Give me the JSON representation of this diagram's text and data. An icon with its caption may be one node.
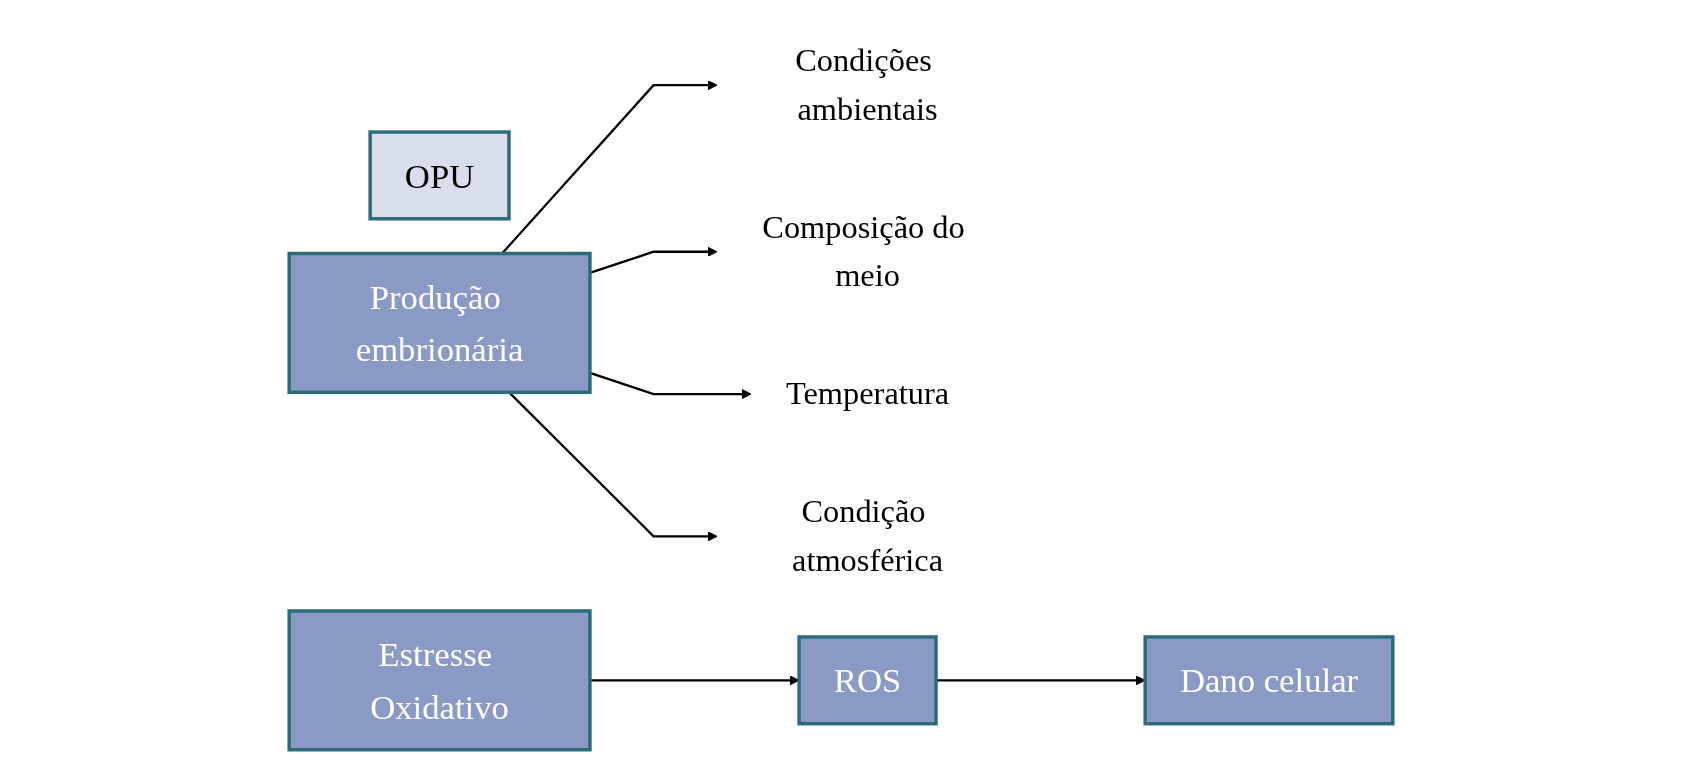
{
  "diagram": {
    "nodes": [
      {
        "text": [
          "OPU"
        ]
      },
      {
        "text": [
          "Produção embrionária"
        ]
      },
      {
        "text": [
          "Condições ambientais"
        ]
      },
      {
        "text": [
          "Composição do meio"
        ]
      },
      {
        "text": [
          "Temperatura"
        ]
      },
      {
        "text": [
          "Condição atmosférica"
        ]
      },
      {
        "text": [
          "Estresse Oxidativo"
        ]
      },
      {
        "text": [
          "ROS"
        ]
      },
      {
        "text": [
          "Dano celular"
        ]
      }
    ],
    "edges": [
      {
        "from": 1,
        "to": 2,
        "arrow": "to"
      },
      {
        "from": 1,
        "to": 3,
        "arrow": "to"
      },
      {
        "from": 1,
        "to": 4,
        "arrow": "to"
      },
      {
        "from": 1,
        "to": 5,
        "arrow": "to"
      },
      {
        "from": 6,
        "to": 7,
        "arrow": "to"
      },
      {
        "from": 7,
        "to": 8,
        "arrow": "to"
      }
    ]
  }
}
